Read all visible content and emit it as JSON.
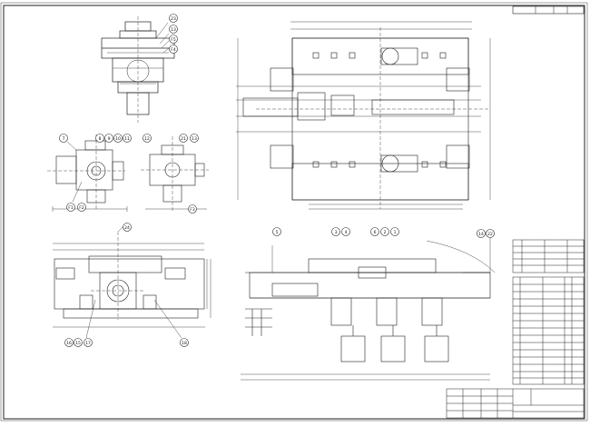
{
  "title_block": {
    "top_right_label": "",
    "drawing_number": "",
    "company": "",
    "project": ""
  },
  "balloons": {
    "top_left": [
      "23",
      "13",
      "F5",
      "F4"
    ],
    "middle_left": [
      "7",
      "8",
      "9",
      "10",
      "11",
      "F1",
      "F2",
      "12",
      "21",
      "13",
      "F3"
    ],
    "bottom_left": [
      "24",
      "16",
      "15",
      "17",
      "18"
    ],
    "bottom_right": [
      "5",
      "3",
      "4",
      "6",
      "2",
      "1",
      "14",
      "22"
    ]
  }
}
